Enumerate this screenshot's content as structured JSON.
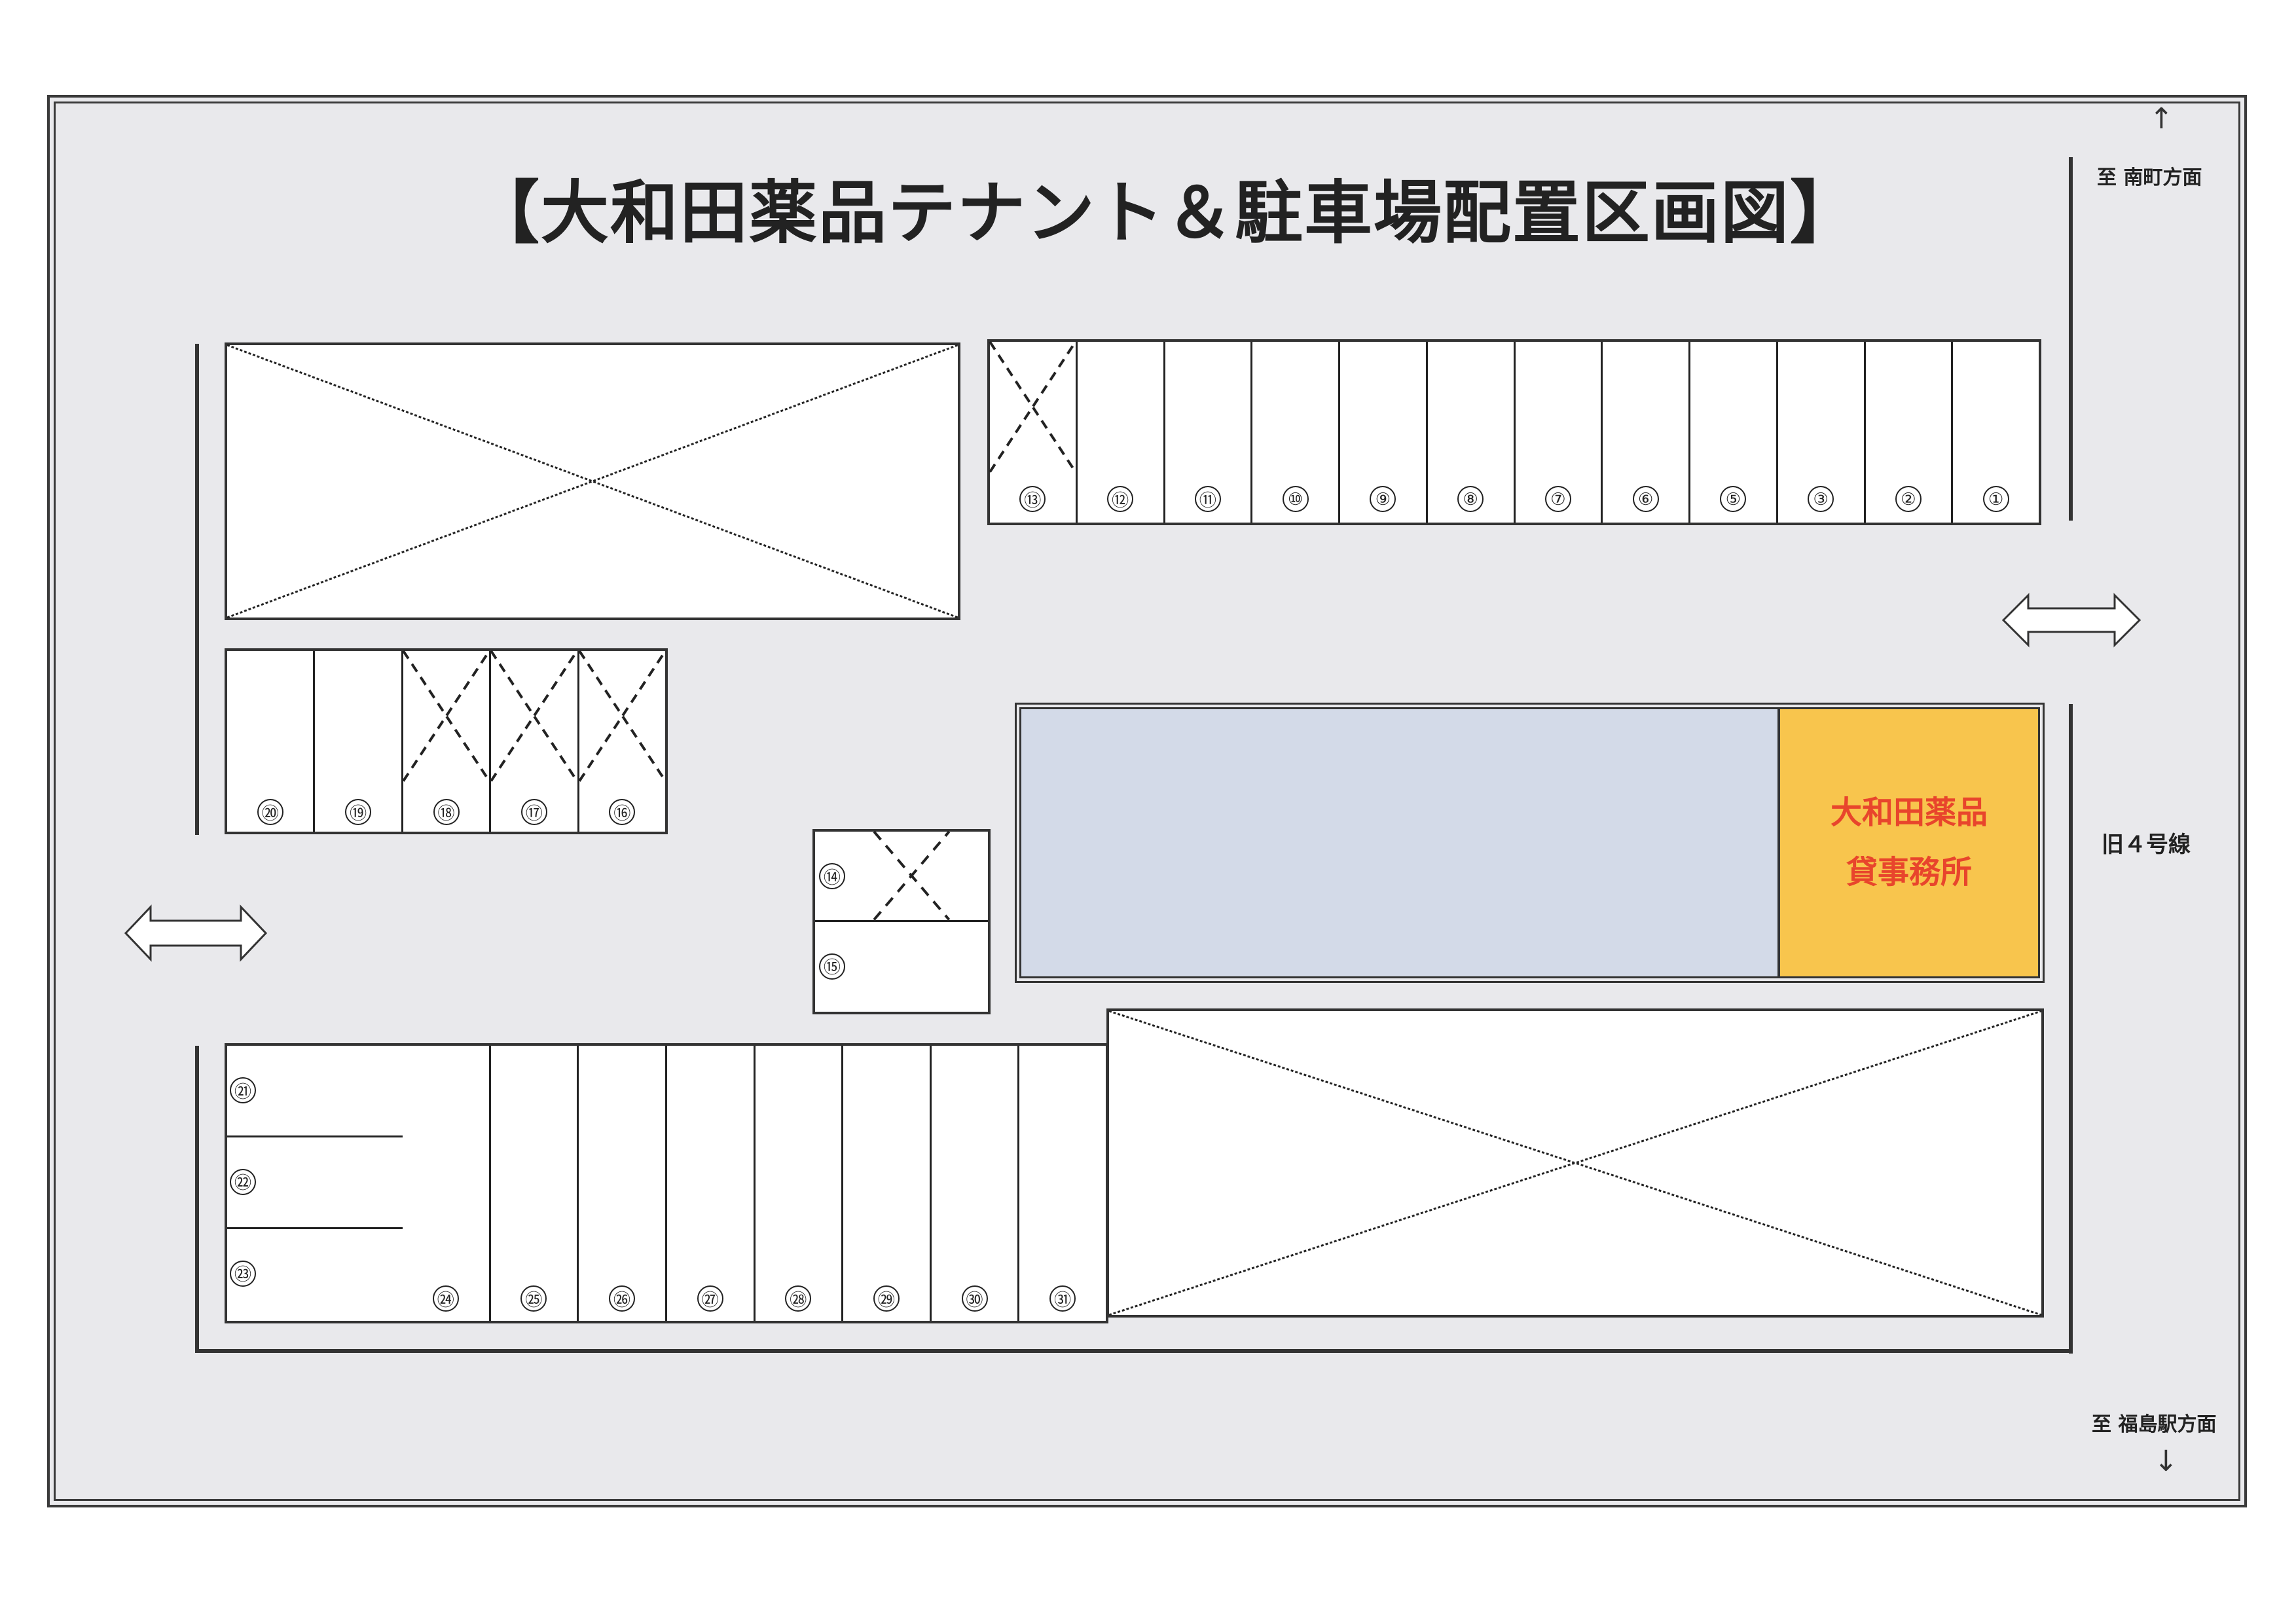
{
  "title": "【大和田薬品テナント＆駐車場配置区画図】",
  "directions": {
    "north": {
      "label": "至 南町方面",
      "arrow": "↑"
    },
    "south": {
      "label": "至 福島駅方面",
      "arrow": "↓"
    },
    "road": "旧４号線"
  },
  "office": {
    "line1": "大和田薬品",
    "line2": "貸事務所",
    "fill_color": "#f8c54d",
    "text_color": "#e8452c"
  },
  "tenant_area": {
    "fill_color": "#d3dae8"
  },
  "parking": {
    "top_row": [
      "⑬",
      "⑫",
      "⑪",
      "⑩",
      "⑨",
      "⑧",
      "⑦",
      "⑥",
      "⑤",
      "③",
      "②",
      "①"
    ],
    "top_row_unavailable": [
      "⑬"
    ],
    "left_row": [
      "⑳",
      "⑲",
      "⑱",
      "⑰",
      "⑯"
    ],
    "left_row_unavailable": [
      "⑱",
      "⑰",
      "⑯"
    ],
    "middle_pair": [
      "⑭",
      "⑮"
    ],
    "middle_pair_unavailable": [
      "⑭"
    ],
    "bottom_left_stack": [
      "㉑",
      "㉒",
      "㉓"
    ],
    "bottom_row": [
      "㉔",
      "㉕",
      "㉖",
      "㉗",
      "㉘",
      "㉙",
      "㉚",
      "㉛"
    ]
  },
  "entrances": [
    "entrance-left",
    "entrance-right"
  ]
}
